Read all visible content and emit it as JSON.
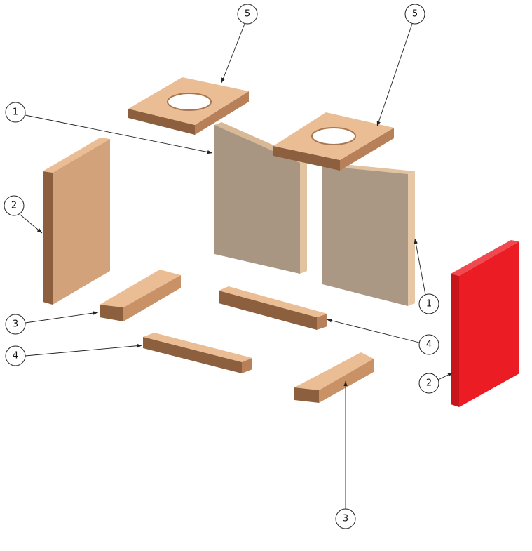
{
  "diagram": {
    "type": "exploded-assembly",
    "colors": {
      "wood_top": "#ebbd94",
      "wood_front": "#d9a276",
      "wood_dark": "#8c5f3f",
      "panel_face": "#cfa27b",
      "panel_gray": "#a99682",
      "highlight_red": "#ec1c24"
    },
    "balloons": {
      "top_left": "5",
      "top_right": "5",
      "left_upper": "1",
      "left_panel": "2",
      "left_block": "3",
      "left_rail": "4",
      "right_panel_one": "1",
      "right_rail": "4",
      "right_red_panel": "2",
      "bottom_block": "3"
    }
  }
}
